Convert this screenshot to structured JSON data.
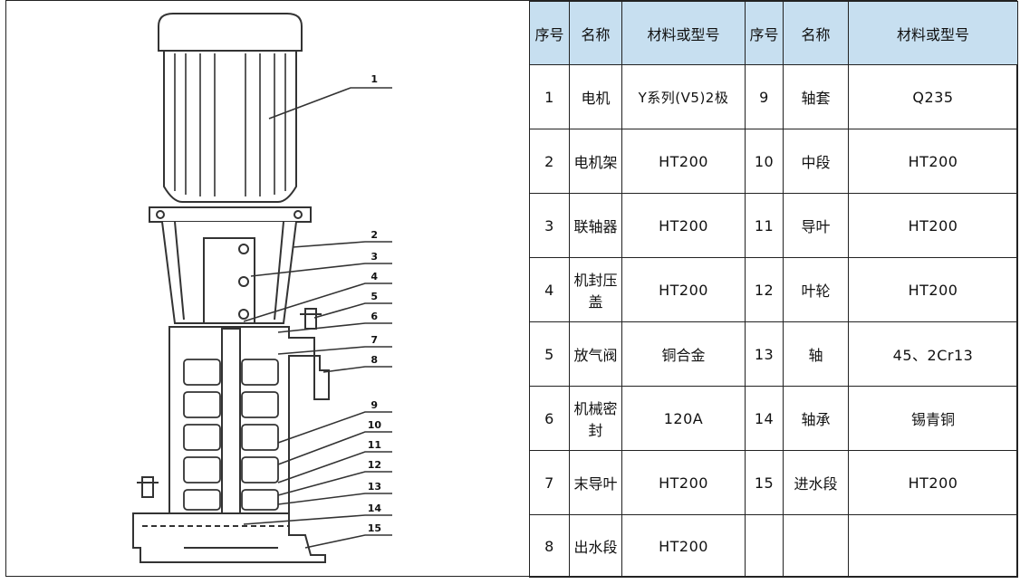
{
  "headers": [
    "序号",
    "名称",
    "材料或型号",
    "序号",
    "名称",
    "材料或型号"
  ],
  "rows": [
    {
      "n1": "1",
      "name1": "电机",
      "mat1": "Y系列(V5)2极",
      "n2": "9",
      "name2": "轴套",
      "mat2": "Q235"
    },
    {
      "n1": "2",
      "name1": "电机架",
      "mat1": "HT200",
      "n2": "10",
      "name2": "中段",
      "mat2": "HT200"
    },
    {
      "n1": "3",
      "name1": "联轴器",
      "mat1": "HT200",
      "n2": "11",
      "name2": "导叶",
      "mat2": "HT200"
    },
    {
      "n1": "4",
      "name1": "机封压盖",
      "mat1": "HT200",
      "n2": "12",
      "name2": "叶轮",
      "mat2": "HT200"
    },
    {
      "n1": "5",
      "name1": "放气阀",
      "mat1": "铜合金",
      "n2": "13",
      "name2": "轴",
      "mat2": "45、2Cr13"
    },
    {
      "n1": "6",
      "name1": "机械密封",
      "mat1": "120A",
      "n2": "14",
      "name2": "轴承",
      "mat2": "锡青铜"
    },
    {
      "n1": "7",
      "name1": "末导叶",
      "mat1": "HT200",
      "n2": "15",
      "name2": "进水段",
      "mat2": "HT200"
    },
    {
      "n1": "8",
      "name1": "出水段",
      "mat1": "HT200",
      "n2": "",
      "name2": "",
      "mat2": ""
    }
  ],
  "callouts": [
    "1",
    "2",
    "3",
    "4",
    "5",
    "6",
    "7",
    "8",
    "9",
    "10",
    "11",
    "12",
    "13",
    "14",
    "15"
  ]
}
